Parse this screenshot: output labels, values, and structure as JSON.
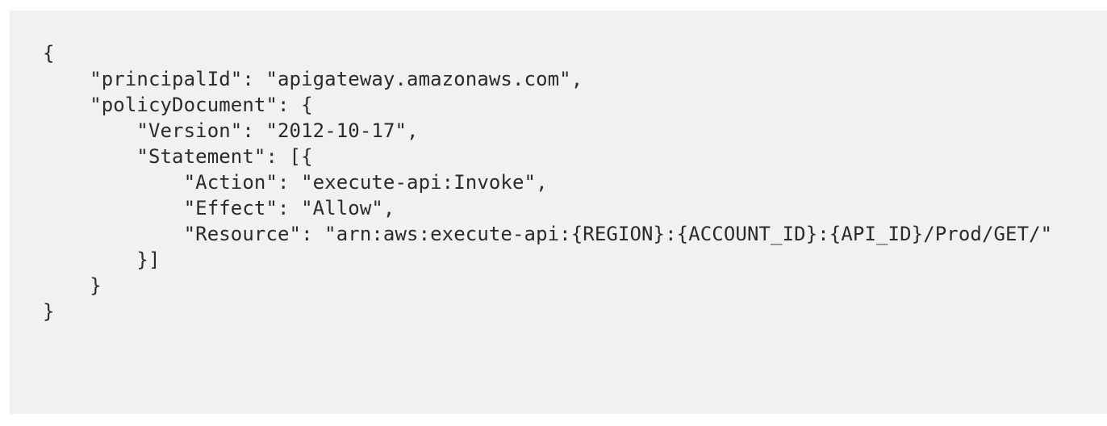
{
  "page": {
    "background_color": "#ffffff",
    "code_block_background": "#f1f1f1",
    "code_text_color": "#2b2b2b"
  },
  "code_block": {
    "language": "json",
    "content": "{\n    \"principalId\": \"apigateway.amazonaws.com\",\n    \"policyDocument\": {\n        \"Version\": \"2012-10-17\",\n        \"Statement\": [{\n            \"Action\": \"execute-api:Invoke\",\n            \"Effect\": \"Allow\",\n            \"Resource\": \"arn:aws:execute-api:{REGION}:{ACCOUNT_ID}:{API_ID}/Prod/GET/\"\n        }]\n    }\n}",
    "lines": [
      "{",
      "    \"principalId\": \"apigateway.amazonaws.com\",",
      "    \"policyDocument\": {",
      "        \"Version\": \"2012-10-17\",",
      "        \"Statement\": [{",
      "            \"Action\": \"execute-api:Invoke\",",
      "            \"Effect\": \"Allow\",",
      "            \"Resource\": \"arn:aws:execute-api:{REGION}:{ACCOUNT_ID}:{API_ID}/Prod/GET/\"",
      "        }]",
      "    }",
      "}"
    ],
    "fields": {
      "principalId": "apigateway.amazonaws.com",
      "policyDocument": {
        "Version": "2012-10-17",
        "Statement": [
          {
            "Action": "execute-api:Invoke",
            "Effect": "Allow",
            "Resource": "arn:aws:execute-api:{REGION}:{ACCOUNT_ID}:{API_ID}/Prod/GET/"
          }
        ]
      }
    }
  }
}
